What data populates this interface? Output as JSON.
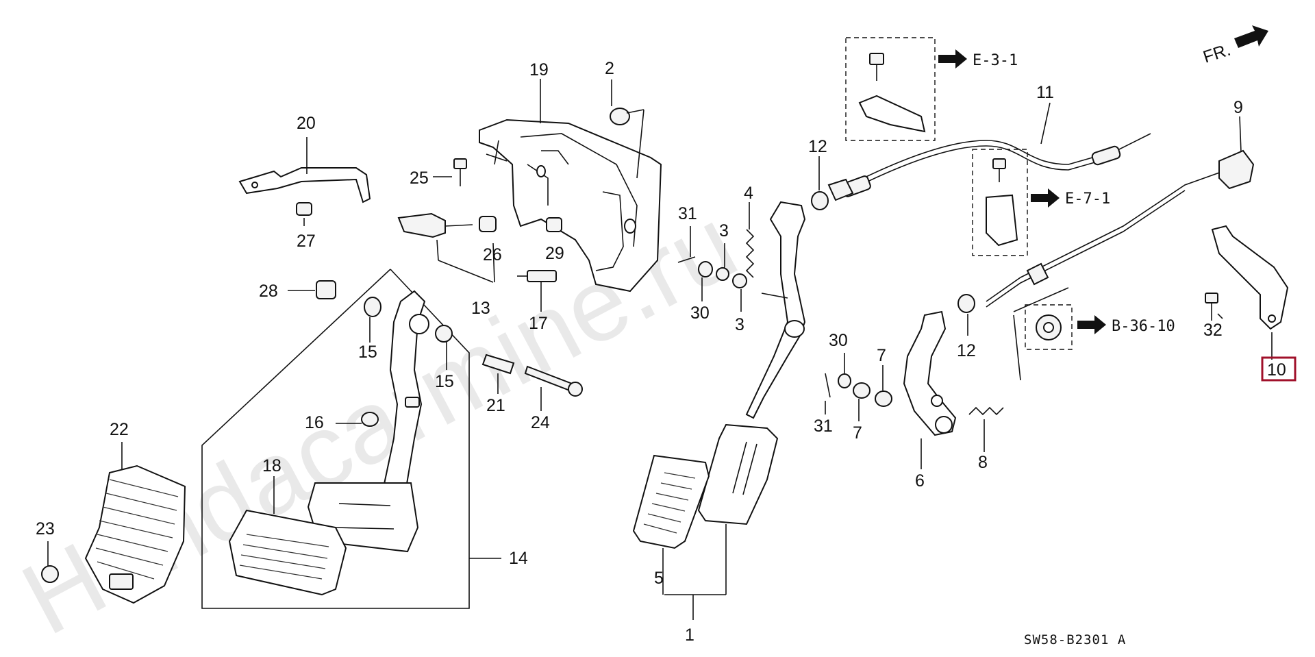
{
  "watermark": "Hondacarmine.ru",
  "direction": {
    "label": "FR."
  },
  "references": [
    {
      "id": "ref-e31",
      "text": "E-3-1"
    },
    {
      "id": "ref-e71",
      "text": "E-7-1"
    },
    {
      "id": "ref-b3610",
      "text": "B-36-10"
    }
  ],
  "diagram_code": "SW58-B2301 A",
  "highlighted_part": "10",
  "callouts": {
    "c1": "1",
    "c2": "2",
    "c3a": "3",
    "c3b": "3",
    "c4": "4",
    "c5": "5",
    "c6": "6",
    "c7a": "7",
    "c7b": "7",
    "c8": "8",
    "c9": "9",
    "c10": "10",
    "c11": "11",
    "c12a": "12",
    "c12b": "12",
    "c13": "13",
    "c14": "14",
    "c15a": "15",
    "c15b": "15",
    "c16": "16",
    "c17": "17",
    "c18": "18",
    "c19": "19",
    "c20": "20",
    "c21": "21",
    "c22": "22",
    "c23": "23",
    "c24": "24",
    "c25": "25",
    "c26": "26",
    "c27": "27",
    "c28": "28",
    "c29": "29",
    "c30a": "30",
    "c30b": "30",
    "c31a": "31",
    "c31b": "31",
    "c32": "32"
  }
}
